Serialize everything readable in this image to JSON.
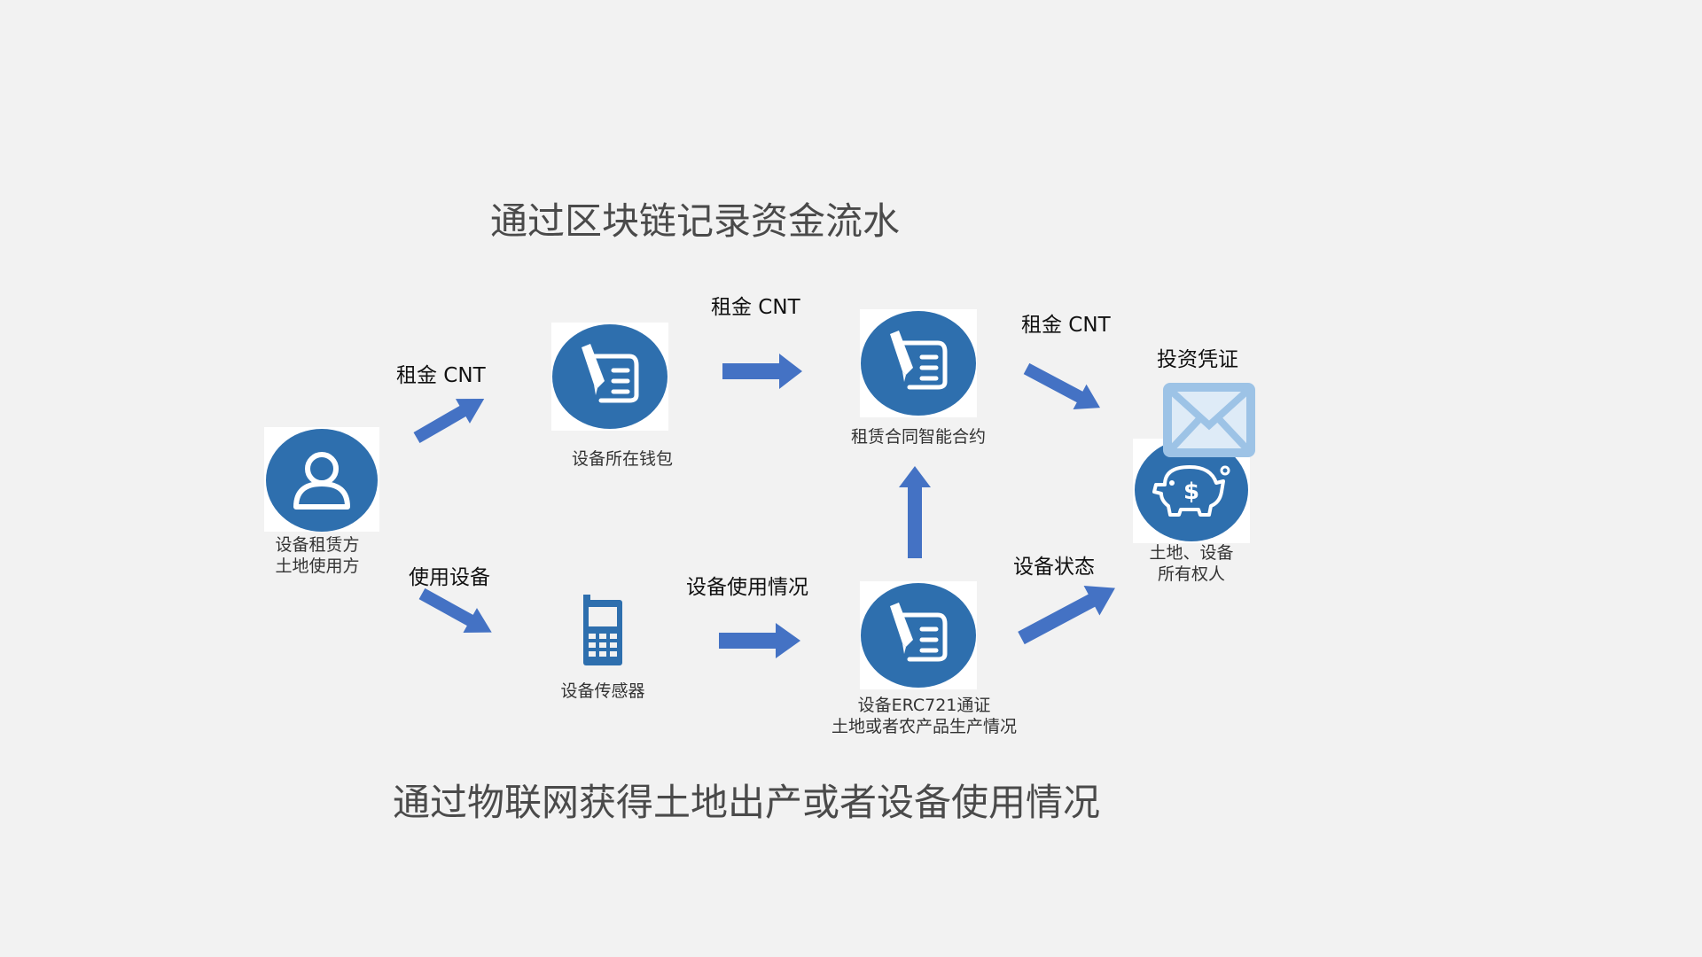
{
  "titles": {
    "top": "通过区块链记录资金流水",
    "bottom": "通过物联网获得土地出产或者设备使用情况"
  },
  "nodes": {
    "lessee": {
      "line1": "设备租赁方",
      "line2": "土地使用方",
      "icon": "person-icon"
    },
    "wallet": {
      "label": "设备所在钱包",
      "icon": "contract-pen-icon"
    },
    "contract": {
      "label": "租赁合同智能合约",
      "icon": "contract-pen-icon"
    },
    "sensor": {
      "label": "设备传感器",
      "icon": "phone-sensor-icon"
    },
    "erc721": {
      "line1": "设备ERC721通证",
      "line2": "土地或者农产品生产情况",
      "icon": "contract-pen-icon"
    },
    "owner": {
      "line1": "土地、设备",
      "line2": "所有权人",
      "icon": "piggy-bank-icon"
    },
    "voucher": {
      "label": "投资凭证",
      "icon": "envelope-icon"
    }
  },
  "edges": {
    "rent1": "租金  CNT",
    "rent2": "租金  CNT",
    "rent3": "租金  CNT",
    "use_device": "使用设备",
    "usage_status": "设备使用情况",
    "device_state": "设备状态"
  },
  "colors": {
    "background": "#f2f2f2",
    "node_blue": "#2e6fae",
    "arrow_blue": "#4472c4",
    "envelope": "#9dc3e6"
  }
}
